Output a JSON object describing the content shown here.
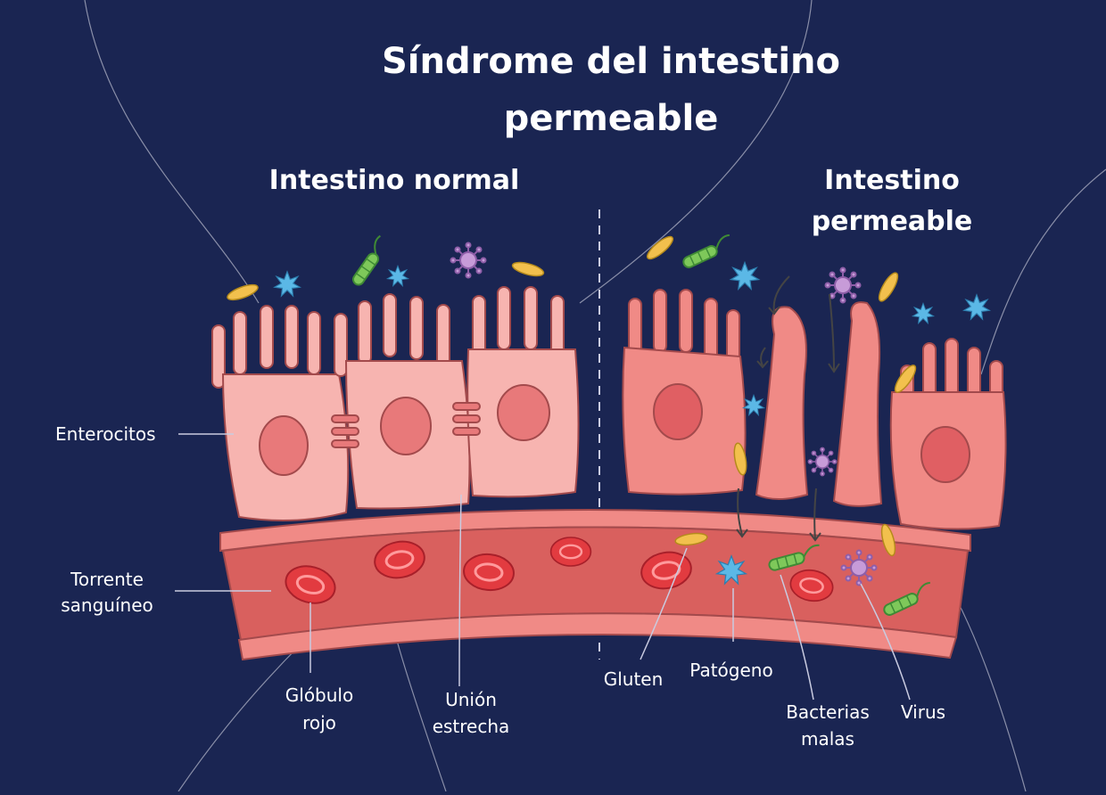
{
  "title": {
    "line1": "Síndrome del intestino",
    "line2": "permeable"
  },
  "panels": {
    "normal": "Intestino normal",
    "leaky_line1": "Intestino",
    "leaky_line2": "permeable"
  },
  "labels": {
    "enterocitos": "Enterocitos",
    "torrente_line1": "Torrente",
    "torrente_line2": "sanguíneo",
    "globulo_line1": "Glóbulo",
    "globulo_line2": "rojo",
    "union_line1": "Unión",
    "union_line2": "estrecha",
    "gluten": "Gluten",
    "patogeno": "Patógeno",
    "bacterias_line1": "Bacterias",
    "bacterias_line2": "malas",
    "virus": "Virus"
  },
  "colors": {
    "background": "#1a2552",
    "cell_normal": "#f7b4b0",
    "cell_leaky": "#f08a86",
    "nucleus": "#e8797a",
    "vessel": "#d9605e",
    "red_cell": "#e23b40",
    "gluten": "#f2c04d",
    "pathogen": "#5bb8e6",
    "bacteria": "#7ec85a",
    "virus": "#c79bd8"
  },
  "icons": [
    "gluten-icon",
    "pathogen-icon",
    "bacteria-icon",
    "virus-icon",
    "red-blood-cell-icon",
    "arrow-icon"
  ]
}
